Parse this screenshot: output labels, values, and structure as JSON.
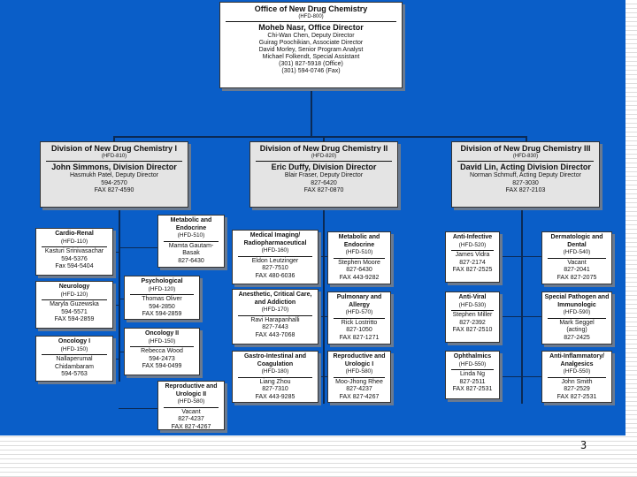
{
  "office": {
    "title": "Office of New Drug Chemistry",
    "code": "(HFD-800)",
    "director": "Moheb Nasr, Office Director",
    "staff": [
      "Chi-Wan Chen, Deputy Director",
      "Guirag Poochikian, Associate Director",
      "David Morley, Senior Program Analyst",
      "Michael Folkendt, Special Assistant",
      "(301) 827-5918 (Office)",
      "(301) 594-0746 (Fax)"
    ]
  },
  "divisions": [
    {
      "title": "Division of New Drug Chemistry I",
      "code": "(HFD-810)",
      "director": "John Simmons, Division Director",
      "other": [
        "Hasmukh Patel, Deputy Director",
        "594-2570",
        "FAX 827-4590"
      ]
    },
    {
      "title": "Division of New Drug Chemistry II",
      "code": "(HFD-820)",
      "director": "Eric Duffy, Division Director",
      "other": [
        "Blair Fraser, Deputy Director",
        "827-6420",
        "FAX 827-0870"
      ]
    },
    {
      "title": "Division of New Drug Chemistry III",
      "code": "(HFD-830)",
      "director": "David Lin, Acting Division Director",
      "other": [
        "Norman Schmuff, Acting Deputy Director",
        "827-3030",
        "FAX 827-2103"
      ]
    }
  ],
  "teams": [
    {
      "title": "Cardio-Renal",
      "code": "(HFD-110)",
      "other": [
        "Kasturi Srinivasachar",
        "594-5376",
        "Fax 594-5404"
      ]
    },
    {
      "title": "Neurology",
      "code": "(HFD-120)",
      "other": [
        "Maryla Guzewska",
        "594-5571",
        "FAX  594-2859"
      ]
    },
    {
      "title": "Oncology I",
      "code": "(HFD-150)",
      "other": [
        "Nallaperumal",
        "Chidambaram",
        "594-5763"
      ]
    },
    {
      "title": "Metabolic and Endocrine",
      "code": "(HFD-510)",
      "other": [
        "Mamta Gautam-",
        "Basak",
        "827-6430"
      ]
    },
    {
      "title": "Psychological",
      "code": "(HFD-120)",
      "other": [
        "Thomas Oliver",
        "594-2850",
        "FAX 594-2859"
      ]
    },
    {
      "title": "Oncology II",
      "code": "(HFD-150)",
      "other": [
        "Rebecca Wood",
        "594-2473",
        "FAX 594-0499"
      ]
    },
    {
      "title": "Reproductive and Urologic II",
      "code": "(HFD-580)",
      "other": [
        "Vacant",
        "827-4237",
        "FAX 827-4267"
      ]
    },
    {
      "title": "Medical Imaging/ Radiopharmaceutical",
      "code": "(HFD-160)",
      "other": [
        "Eldon Leutzinger",
        "827-7510",
        "FAX 480-6036"
      ]
    },
    {
      "title": "Anesthetic, Critical Care, and Addiction",
      "code": "(HFD-170)",
      "other": [
        "Ravi Harapanhalli",
        "827-7443",
        "FAX 443-7068"
      ]
    },
    {
      "title": "Gastro-Intestinal and Coagulation",
      "code": "(HFD-180)",
      "other": [
        "Liang Zhou",
        "827-7310",
        "FAX 443-9285"
      ]
    },
    {
      "title": "Metabolic and Endocrine",
      "code": "(HFD-510)",
      "other": [
        "Stephen Moore",
        "827-6430",
        "FAX 443-9282"
      ]
    },
    {
      "title": "Pulmonary and Allergy",
      "code": "(HFD-570)",
      "other": [
        "Rick Lostritto",
        "827-1050",
        "FAX 827-1271"
      ]
    },
    {
      "title": "Reproductive and Urologic I",
      "code": "(HFD-580)",
      "other": [
        "Moo-Jhong Rhee",
        "827-4237",
        "FAX 827-4267"
      ]
    },
    {
      "title": "Anti-Infective",
      "code": "(HFD-520)",
      "other": [
        "James Vidra",
        "827-2174",
        "FAX 827-2525"
      ]
    },
    {
      "title": "Anti-Viral",
      "code": "(HFD-530)",
      "other": [
        "Stephen Miller",
        "827-2392",
        "FAX 827-2510"
      ]
    },
    {
      "title": "Ophthalmics",
      "code": "(HFD-550)",
      "other": [
        "Linda Ng",
        "827-2511",
        "FAX 827-2531"
      ]
    },
    {
      "title": "Dermatologic and Dental",
      "code": "(HFD-540)",
      "other": [
        "Vacant",
        "827-2041",
        "FAX 827-2075"
      ]
    },
    {
      "title": "Special Pathogen and Immunologic",
      "code": "(HFD-590)",
      "other": [
        "Mark Seggel",
        "(acting)",
        "827-2425"
      ]
    },
    {
      "title": "Anti-Inflammatory/ Analgesics",
      "code": "(HFD-550)",
      "other": [
        "John Smith",
        "827-2529",
        "FAX 827-2531"
      ]
    }
  ],
  "page_number": "3",
  "colors": {
    "background": "#0a5ec8",
    "division_box": "#e4e4e4",
    "team_box": "#ffffff",
    "connector": "#0b2a55"
  }
}
